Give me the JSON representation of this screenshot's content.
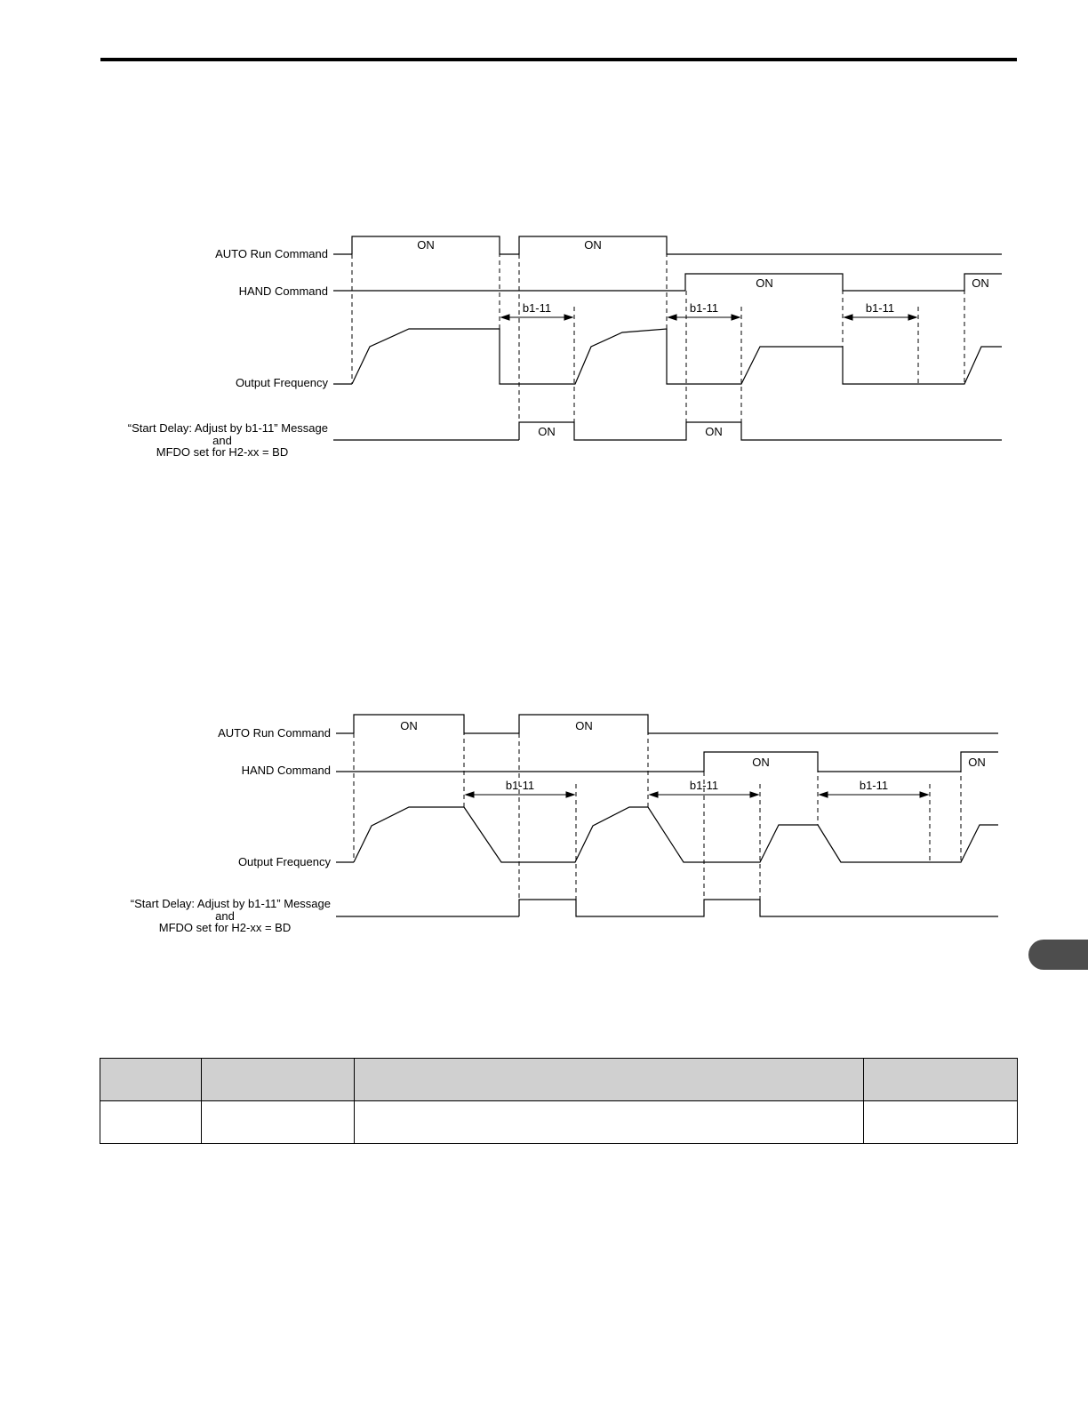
{
  "diagram1": {
    "labels": {
      "auto": "AUTO Run Command",
      "hand": "HAND Command",
      "freq": "Output Frequency",
      "msg1": "“Start Delay: Adjust by b1-11” Message",
      "msg2": "and",
      "msg3": "MFDO set for H2-xx = BD"
    },
    "on_labels": [
      "ON",
      "ON",
      "ON",
      "ON",
      "ON",
      "ON"
    ],
    "delay_labels": [
      "b1-11",
      "b1-11",
      "b1-11"
    ]
  },
  "diagram2": {
    "labels": {
      "auto": "AUTO Run Command",
      "hand": "HAND Command",
      "freq": "Output Frequency",
      "msg1": "“Start Delay: Adjust by b1-11” Message",
      "msg2": "and",
      "msg3": "MFDO set for H2-xx = BD"
    },
    "on_labels": [
      "ON",
      "ON",
      "ON",
      "ON"
    ],
    "delay_labels": [
      "b1-11",
      "b1-11",
      "b1-11"
    ]
  },
  "table": {
    "headers": [
      "",
      "",
      "",
      ""
    ],
    "rows": [
      [
        "",
        "",
        "",
        ""
      ]
    ]
  }
}
